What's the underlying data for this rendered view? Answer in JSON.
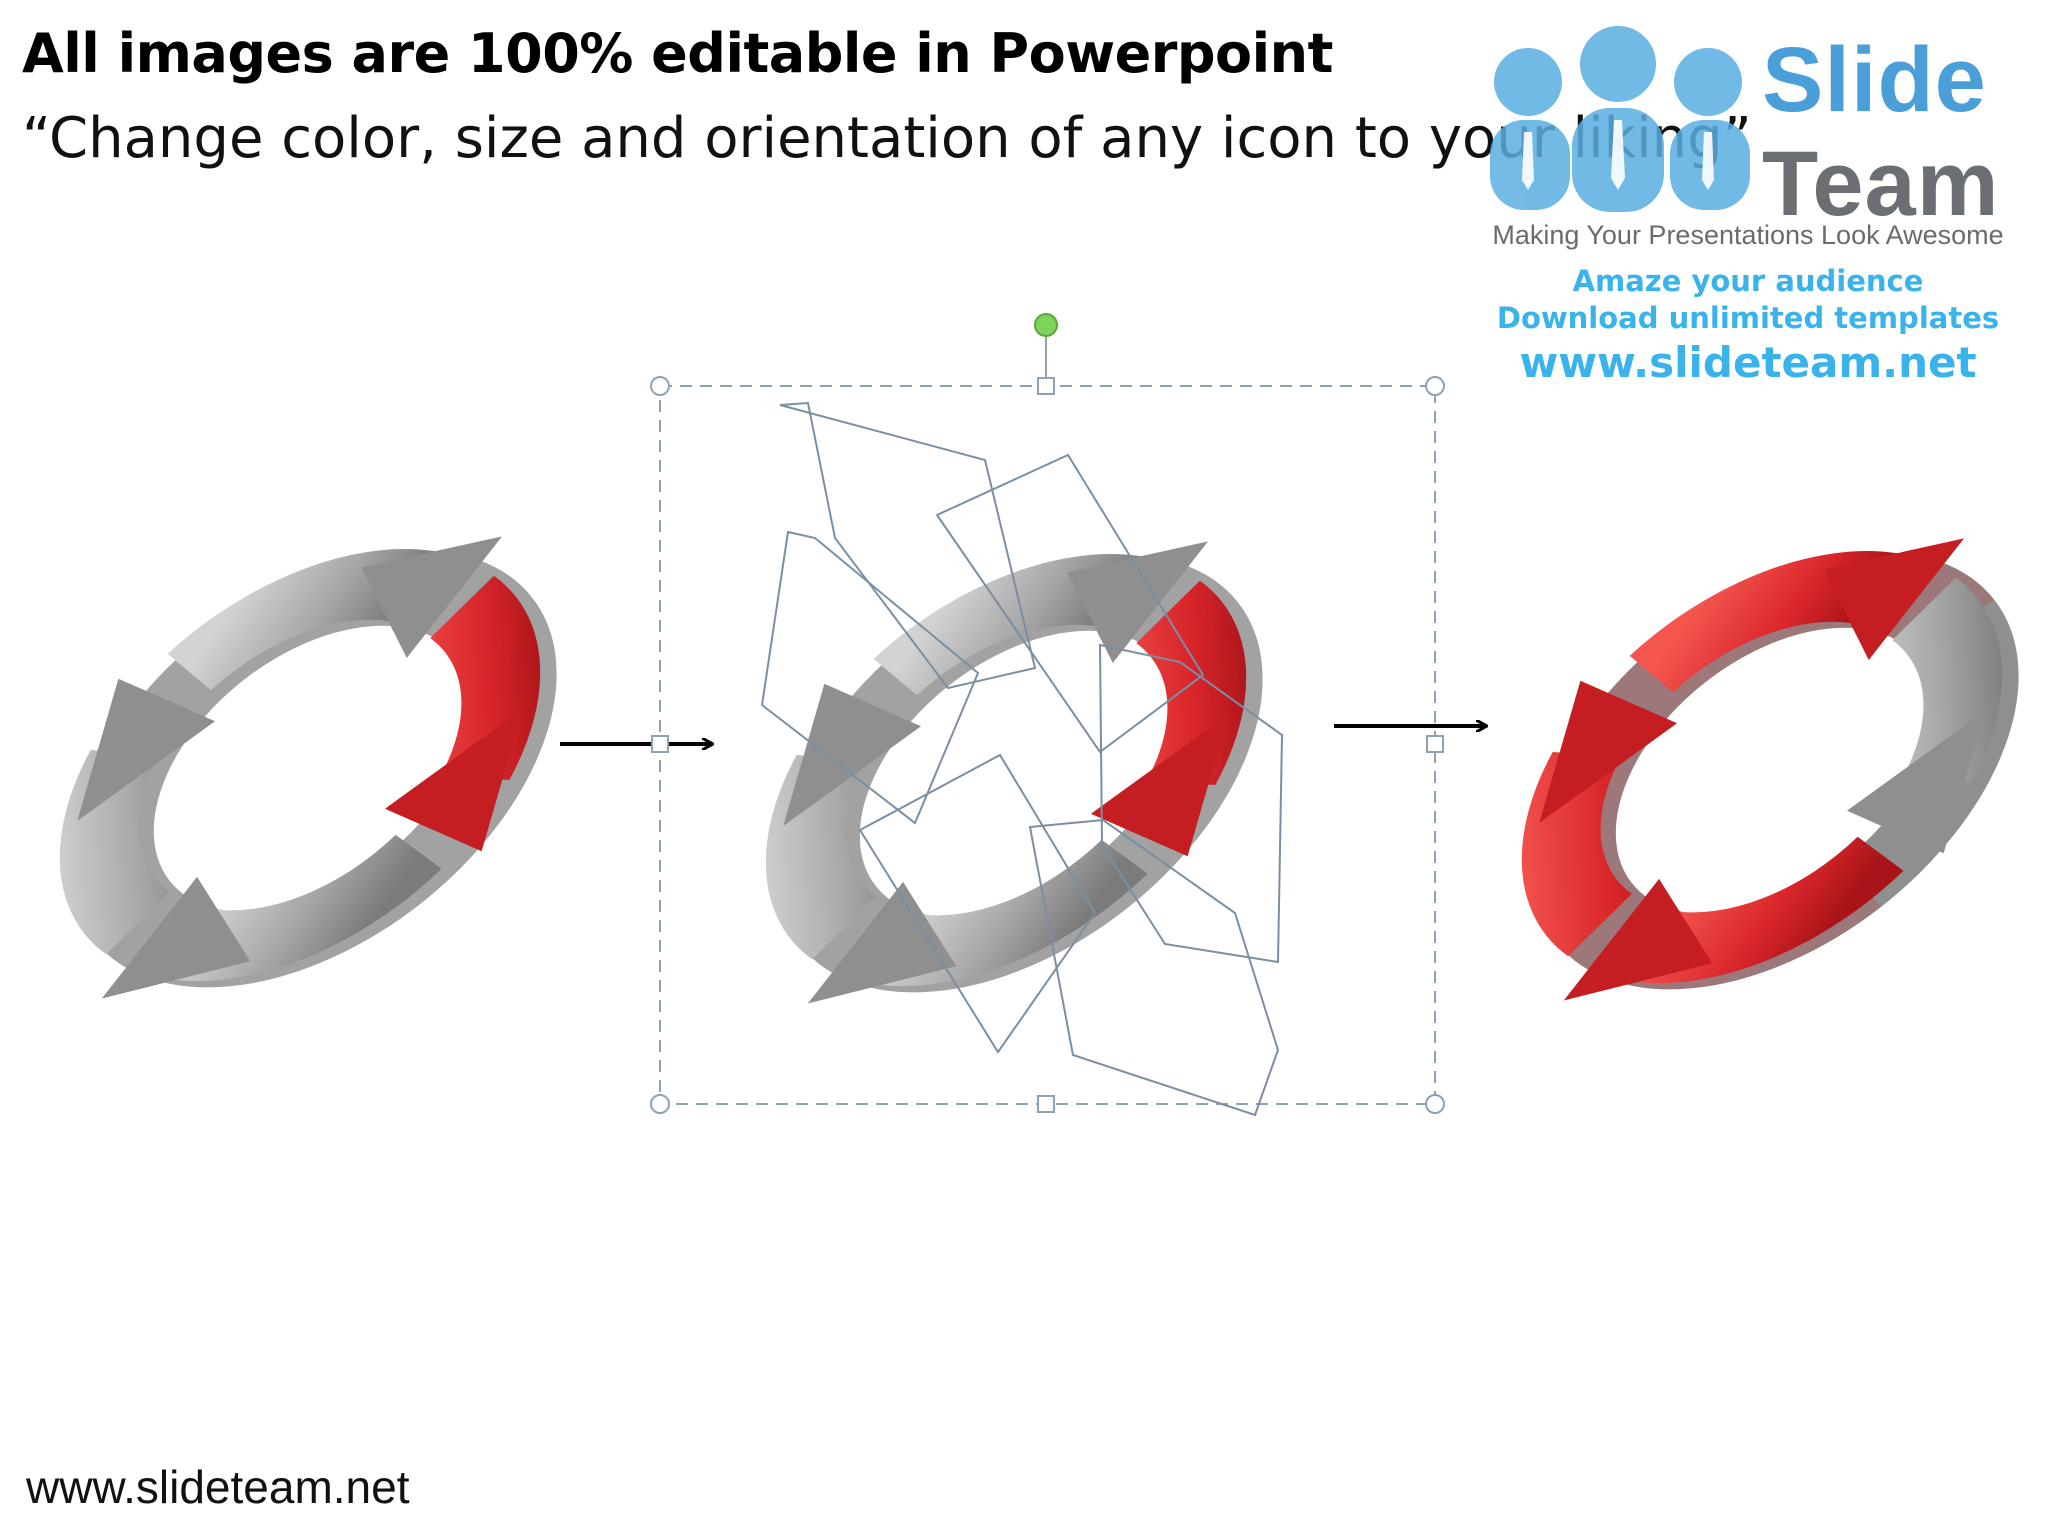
{
  "heading": {
    "title": "All images are 100% editable in Powerpoint",
    "subtitle": "“Change color, size and orientation of any icon to your liking”"
  },
  "logo": {
    "line1": "Slide",
    "line2": "Team",
    "tagline": "Making Your Presentations Look Awesome",
    "promo1": "Amaze your audience",
    "promo2": "Download unlimited templates",
    "promo3": "www.slideteam.net"
  },
  "footer": {
    "url": "www.slideteam.net"
  },
  "colors": {
    "gray_arrow": "#a9a9a9",
    "red_arrow": "#d9262b",
    "logo_blue": "#4a9fd8",
    "promo_blue": "#3ab2ea",
    "selection_frame": "#8ea2b3",
    "rotation_handle": "#7ed35a"
  },
  "icons": {
    "connector_1": "right-arrow-icon",
    "connector_2": "right-arrow-icon",
    "logo": "people-group-icon"
  }
}
